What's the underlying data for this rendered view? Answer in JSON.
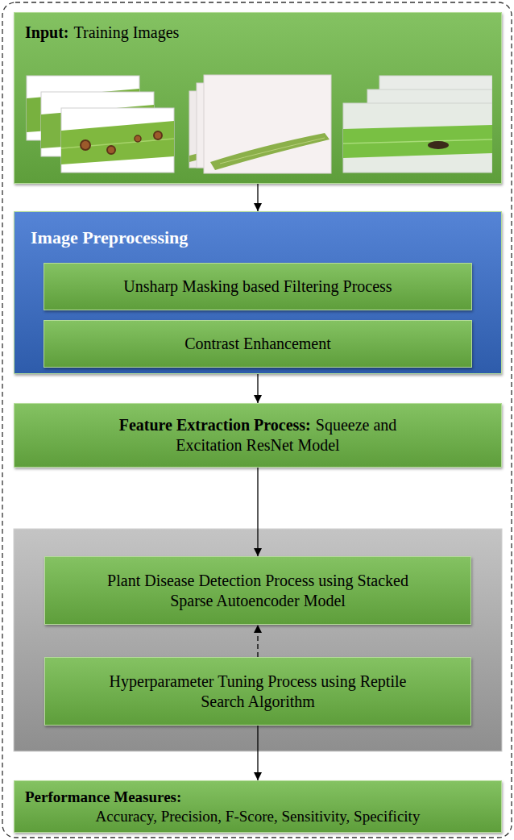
{
  "diagram": {
    "nodes": [
      {
        "text": [
          "Input:",
          "Training Images"
        ]
      },
      {
        "text": [
          "Image Preprocessing"
        ]
      },
      {
        "text": [
          "Unsharp Masking based Filtering Process"
        ],
        "in": 1
      },
      {
        "text": [
          "Contrast Enhancement"
        ],
        "in": 1
      },
      {
        "text": [
          "Feature Extraction Process:",
          "Squeeze and Excitation ResNet Model"
        ]
      },
      {
        "text": [
          "Plant Disease Detection Process using Stacked Sparse Autoencoder Model"
        ]
      },
      {
        "text": [
          "Hyperparameter Tuning Process using Reptile Search Algorithm"
        ]
      },
      {
        "text": [
          "Performance Measures:",
          "Accuracy, Precision, F-Score, Sensitivity, Specificity"
        ]
      }
    ],
    "edges": [
      {
        "from": 0,
        "to": 1,
        "arrow": "to"
      },
      {
        "from": 1,
        "to": 4,
        "arrow": "to"
      },
      {
        "from": 4,
        "to": 5,
        "arrow": "to"
      },
      {
        "from": 6,
        "to": 5,
        "arrow": "to"
      },
      {
        "from": 6,
        "to": 7,
        "arrow": "to"
      }
    ]
  }
}
